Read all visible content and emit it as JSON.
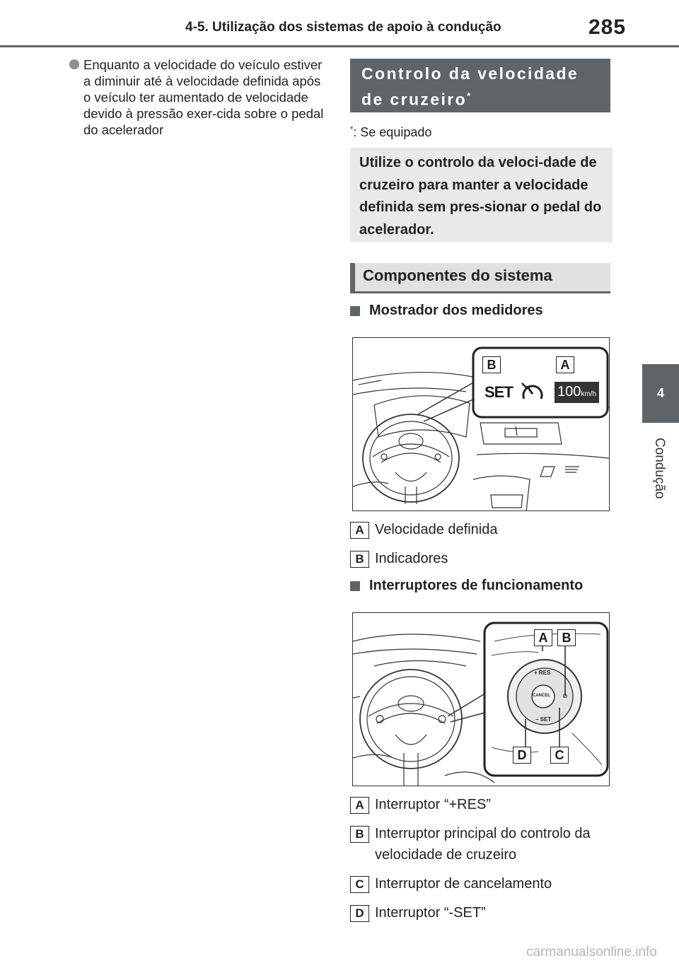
{
  "header": {
    "section_title": "4-5. Utilização dos sistemas de apoio à condução",
    "page_number": "285"
  },
  "side_tab": {
    "number": "4",
    "label": "Condução"
  },
  "left_column": {
    "bullet": "Enquanto a velocidade do veículo estiver a diminuir até à velocidade definida após o veículo ter aumentado de velocidade devido à pressão exer-cida sobre o pedal do acelerador"
  },
  "cruise_section": {
    "title": "Controlo da velocidade de cruzeiro",
    "asterisk": "*",
    "footnote_mark": "*",
    "footnote": ": Se equipado",
    "intro": "Utilize o controlo da veloci-dade de cruzeiro para manter a velocidade definida sem pres-sionar o pedal do acelerador."
  },
  "components": {
    "title": "Componentes do sistema",
    "meter_heading": "Mostrador dos medidores",
    "meter_figure": {
      "label_b": "B",
      "label_a": "A",
      "set_text": "SET",
      "speed_value": "100",
      "speed_unit": "km/h"
    },
    "meter_legend": [
      {
        "badge": "A",
        "text": "Velocidade definida"
      },
      {
        "badge": "B",
        "text": "Indicadores"
      }
    ],
    "switch_heading": "Interruptores de funcionamento",
    "switch_figure": {
      "label_a": "A",
      "label_b": "B",
      "label_c": "C",
      "label_d": "D",
      "res_text": "+ RES",
      "cancel_text": "CANCEL",
      "set_text": "– SET"
    },
    "switch_legend": [
      {
        "badge": "A",
        "text": "Interruptor “+RES”"
      },
      {
        "badge": "B",
        "text": "Interruptor principal do controlo da velocidade de cruzeiro"
      },
      {
        "badge": "C",
        "text": "Interruptor de cancelamento"
      },
      {
        "badge": "D",
        "text": "Interruptor “-SET”"
      }
    ]
  },
  "watermark": "carmanualsonline.info"
}
